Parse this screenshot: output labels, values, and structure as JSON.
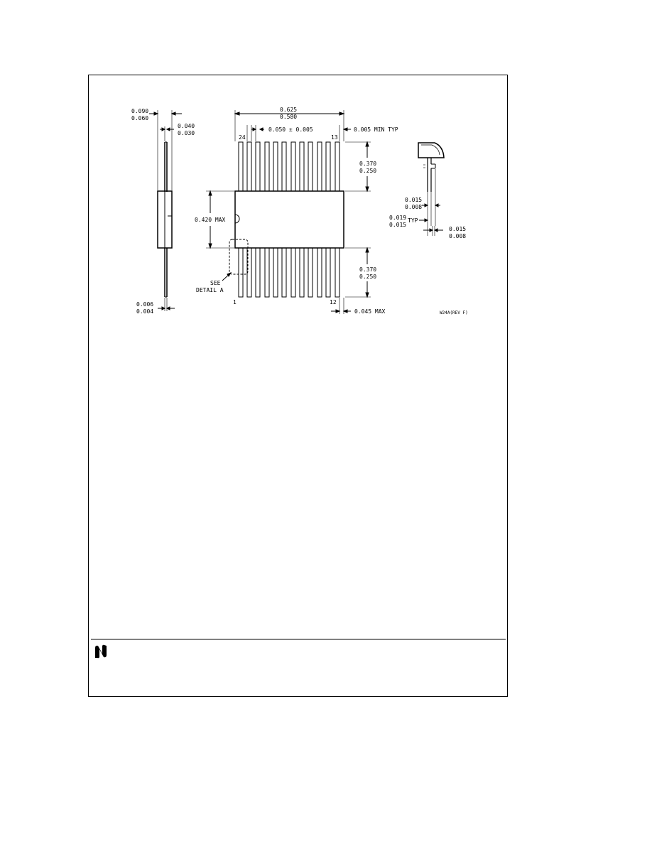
{
  "side_view": {
    "dim_top_a": "0.090",
    "dim_top_b": "0.060",
    "dim_lead_a": "0.040",
    "dim_lead_b": "0.030",
    "dim_bottom_a": "0.006",
    "dim_bottom_b": "0.004"
  },
  "top_view": {
    "width_a": "0.625",
    "width_b": "0.580",
    "pitch": "0.050 ± 0.005",
    "min_typ": "0.005 MIN TYP",
    "pin_24": "24",
    "pin_13": "13",
    "pin_1": "1",
    "pin_12": "12",
    "lead_upper_a": "0.370",
    "lead_upper_b": "0.250",
    "body_height": "0.420 MAX",
    "lead_lower_a": "0.370",
    "lead_lower_b": "0.250",
    "max_045": "0.045 MAX",
    "see_detail_1": "SEE",
    "see_detail_2": "DETAIL A"
  },
  "detail_view": {
    "dim_a1": "0.015",
    "dim_a2": "0.008",
    "dim_b1": "0.019",
    "dim_b2": "0.015",
    "typ": "TYP",
    "dim_c1": "0.015",
    "dim_c2": "0.008"
  },
  "figure_id": "W24A(REV F)",
  "logo_icon": "national-semiconductor-logo-icon"
}
